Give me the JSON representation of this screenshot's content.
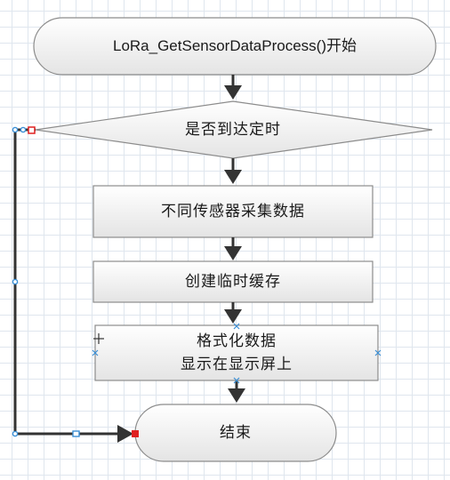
{
  "diagram": {
    "start": "LoRa_GetSensorDataProcess()开始",
    "decision": "是否到达定时",
    "step1": "不同传感器采集数据",
    "step2": "创建临时缓存",
    "step3": "格式化数据\n显示在显示屏上",
    "end": "结束"
  },
  "colors": {
    "grid": "#dfe6ee",
    "shape_fill_top": "#ffffff",
    "shape_fill_bottom": "#e4e4e4",
    "stroke": "#8c8c8c",
    "arrow": "#333333",
    "handle_blue": "#3a8fd6",
    "handle_red": "#e02020"
  }
}
